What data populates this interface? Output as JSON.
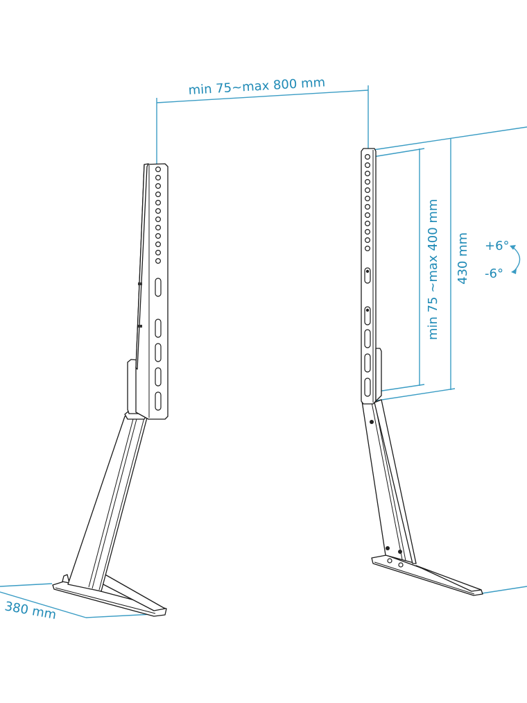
{
  "diagram": {
    "subject": "Tabletop TV stand, two legs (technical drawing)",
    "colors": {
      "dimension_lines": "#3a9cc4",
      "dimension_text": "#1f8ab6",
      "line_art": "#1a1a1a",
      "background": "#ffffff"
    },
    "labels": {
      "horizontal_range": "min 75~max 800 mm",
      "vertical_range": "min 75 ~max 400 mm",
      "height": "430 mm",
      "tilt_up": "+6°",
      "tilt_down": "-6°",
      "base_depth": "380 mm"
    },
    "parts": [
      {
        "name": "left-leg",
        "components": [
          "vertical-bracket",
          "diagonal-post",
          "foot-base"
        ]
      },
      {
        "name": "right-leg",
        "components": [
          "vertical-bracket",
          "diagonal-post",
          "foot-base"
        ]
      }
    ],
    "bracket": {
      "round_holes": 12,
      "slots": 5
    }
  }
}
